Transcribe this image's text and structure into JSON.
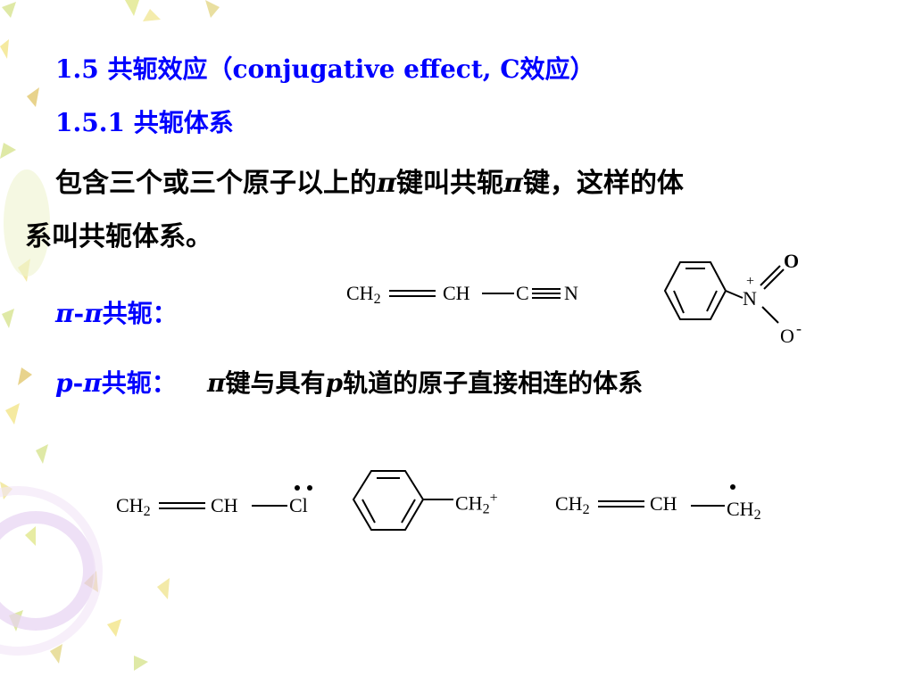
{
  "slide": {
    "heading": "1.5 共轭效应（conjugative effect, C效应）",
    "subheading": "1.5.1 共轭体系",
    "definition_line1": "包含三个或三个原子以上的π键叫共轭π键，这样的体",
    "definition_line2": "系叫共轭体系。",
    "pi_pi_label": "π-π共轭：",
    "p_pi_label": "p-π共轭：",
    "p_pi_desc": "π键与具有p轨道的原子直接相连的体系"
  },
  "structures": {
    "acrylonitrile": {
      "a1": "CH",
      "a1_sub": "2",
      "a2": "CH",
      "a3": "C",
      "a4": "N"
    },
    "nitrobenzene": {
      "n": "N",
      "n_charge": "+",
      "o_top": "O",
      "o_bottom": "O",
      "o_charge": "-"
    },
    "vinyl_chloride": {
      "a1": "CH",
      "a1_sub": "2",
      "a2": "CH",
      "a3": "Cl"
    },
    "benzyl_cation": {
      "group": "CH",
      "group_sub": "2",
      "charge": "+"
    },
    "allyl_radical": {
      "a1": "CH",
      "a1_sub": "2",
      "a2": "CH",
      "a3": "CH",
      "a3_sub": "2"
    }
  },
  "colors": {
    "heading": "#0000ff",
    "body": "#000000"
  }
}
